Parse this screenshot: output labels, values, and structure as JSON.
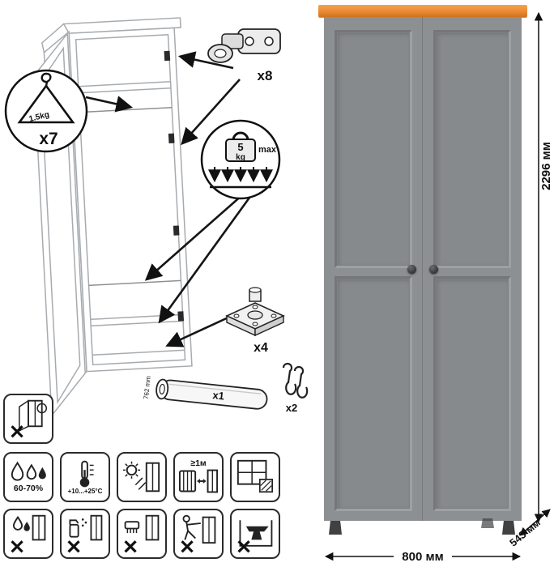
{
  "callouts": {
    "hanger": {
      "capacity": "1.5kg",
      "count": "x7"
    },
    "load": {
      "value": "5",
      "unit": "kg",
      "max_label": "max"
    }
  },
  "hardware": {
    "hinges_count": "x8",
    "feet_count": "x4",
    "rod_count": "x1",
    "rod_length": "762 mm",
    "hooks_count": "x2"
  },
  "dimensions": {
    "height": "2296 мм",
    "width": "800 мм",
    "depth": "543 мм"
  },
  "care": {
    "humidity": "60-70%",
    "temperature": "+10...+25°С",
    "min_distance": "≥1м"
  },
  "colors": {
    "body": "#8d9093",
    "top_trim": "#e5882f",
    "knob": "#3a3c3e",
    "line_art": "#a7abaf"
  }
}
